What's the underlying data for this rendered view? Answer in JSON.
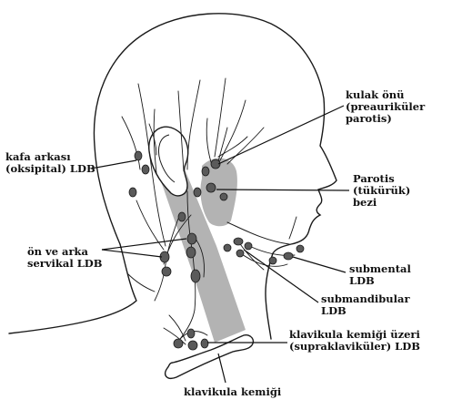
{
  "labels": {
    "occipital": {
      "line1": "kafa arkası",
      "line2": "(oksipital) LDB"
    },
    "cervical": {
      "line1": "ön ve arka",
      "line2": "servikal LDB"
    },
    "preauricular": {
      "line1": "kulak önü",
      "line2": "(preauriküler",
      "line3": "parotis)"
    },
    "parotid_gland": {
      "line1": "Parotis",
      "line2": "(tükürük)",
      "line3": "bezi"
    },
    "submental": {
      "line1": "submental",
      "line2": "LDB"
    },
    "submandibular": {
      "line1": "submandibular",
      "line2": "LDB"
    },
    "supraclavicular": {
      "line1": "klavikula kemiği üzeri",
      "line2": "(supraklaviküler) LDB"
    },
    "clavicle": {
      "line1": "klavikula kemiği"
    }
  },
  "colors": {
    "outline": "#1a1a1a",
    "node_fill": "#5a5a5a",
    "shaded_region": "#b3b3b3",
    "background": "#ffffff"
  }
}
